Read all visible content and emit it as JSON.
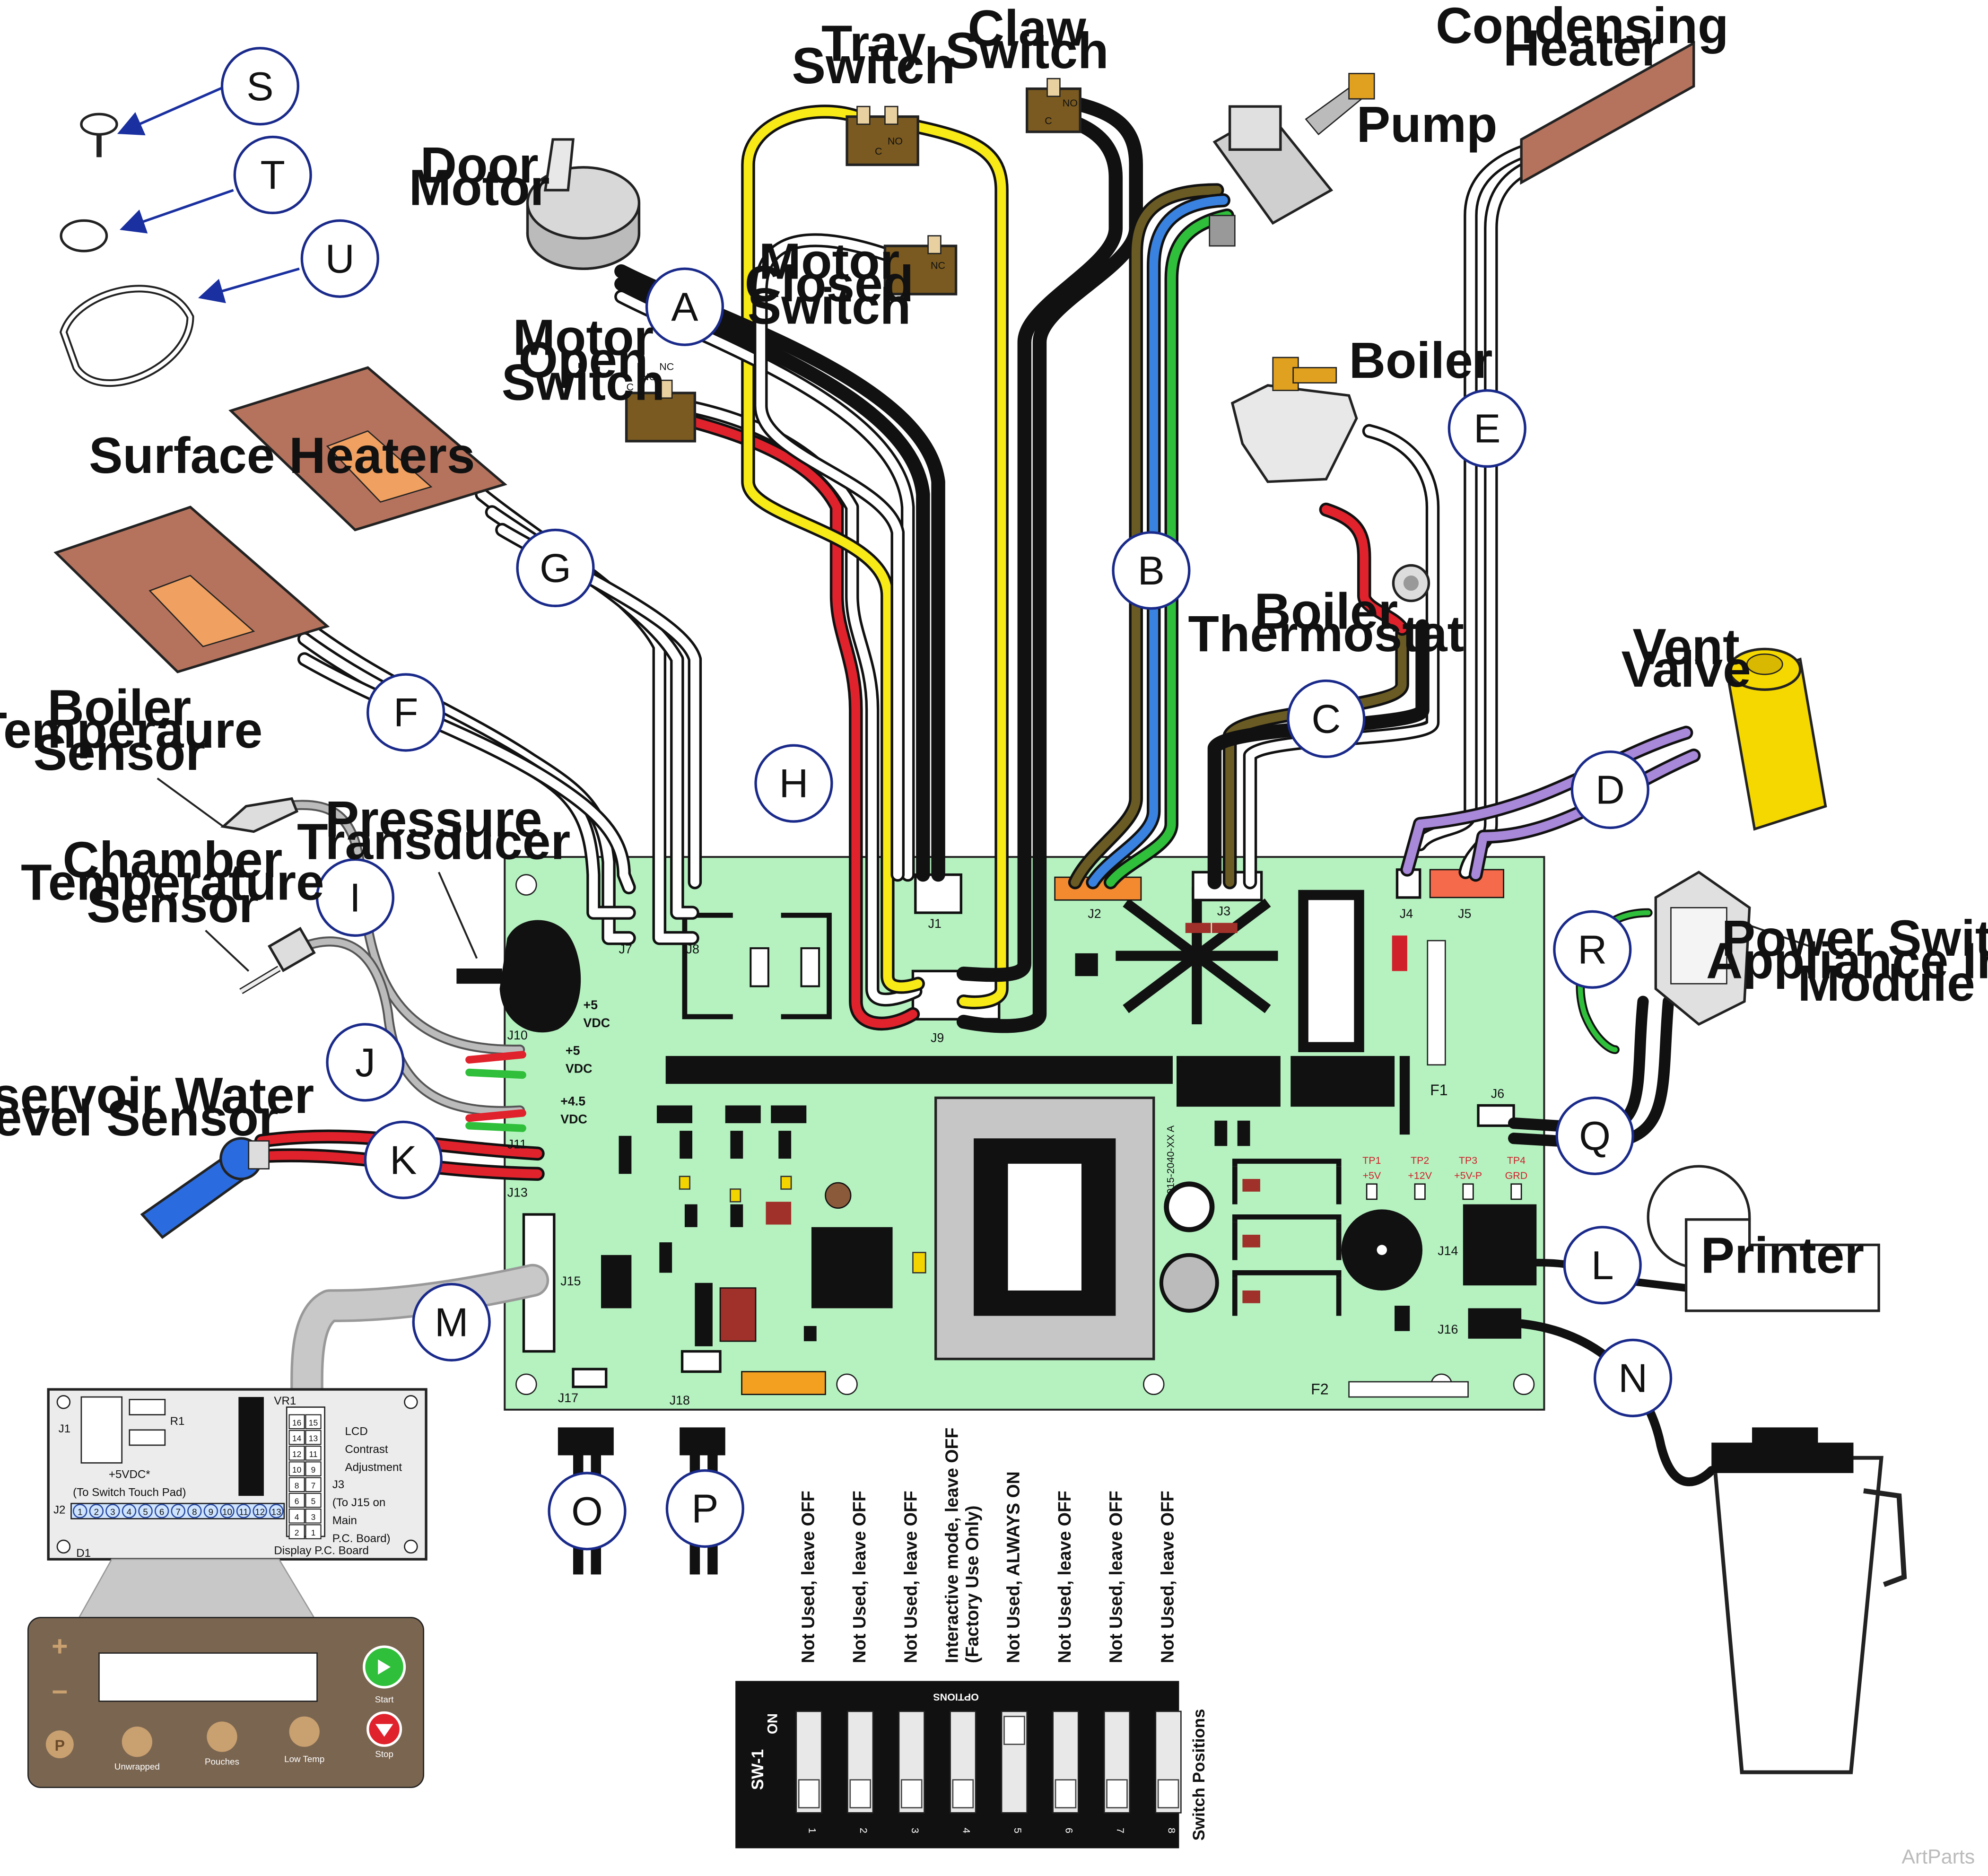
{
  "callouts": [
    "A",
    "B",
    "C",
    "D",
    "E",
    "F",
    "G",
    "H",
    "I",
    "J",
    "K",
    "L",
    "M",
    "N",
    "O",
    "P",
    "Q",
    "R",
    "S",
    "T",
    "U"
  ],
  "components": {
    "door_motor": "Door\nMotor",
    "tray_switch": "Tray\nSwitch",
    "claw_switch": "Claw\nSwitch",
    "condensing_heater": "Condensing\nHeater",
    "pump": "Pump",
    "motor_closed_switch": "Motor\nClosed\nSwitch",
    "motor_open_switch": "Motor\nOpen\nSwitch",
    "boiler": "Boiler",
    "surface_heaters": "Surface Heaters",
    "boiler_thermostat": "Boiler\nThermostat",
    "vent_valve": "Vent\nValve",
    "boiler_temp_sensor": "Boiler\nTemperaure\nSensor",
    "pressure_transducer": "Pressure\nTransducer",
    "chamber_temp_sensor": "Chamber\nTemperature\nSensor",
    "power_switch": "Power Switch\nAppliance Inlet\nModule",
    "reservoir_sensor": "Reservoir Water\nLevel Sensor",
    "printer": "Printer"
  },
  "switch_terms": {
    "c": "C",
    "no": "NO",
    "nc": "NC"
  },
  "board": {
    "connectors": [
      "J1",
      "J2",
      "J3",
      "J4",
      "J5",
      "J6",
      "J7",
      "J8",
      "J9",
      "J10",
      "J11",
      "J13",
      "J14",
      "J15",
      "J16",
      "J17",
      "J18"
    ],
    "fuses": [
      "F1",
      "F2"
    ],
    "vdc5": "+5\nVDC",
    "vdc45": "+4.5\nVDC",
    "transducer_vdc": "+5\nVDC",
    "test_points": [
      {
        "name": "TP1",
        "value": "+5V"
      },
      {
        "name": "TP2",
        "value": "+12V"
      },
      {
        "name": "TP3",
        "value": "+5V-P"
      },
      {
        "name": "TP4",
        "value": "GRD"
      }
    ],
    "part_number": "015-2040-XX A"
  },
  "display_board": {
    "j1": "J1",
    "r1": "R1",
    "vr1": "VR1",
    "lcd_note": "LCD\nContrast\nAdjustment",
    "vdc_note": "+5VDC*\n(To Switch Touch Pad)",
    "j2": "J2",
    "j3_note": "J3\n(To J15 on\nMain\nP.C. Board)",
    "d1": "D1",
    "title": "Display P.C. Board",
    "j2_pins": [
      "1",
      "2",
      "3",
      "4",
      "5",
      "6",
      "7",
      "8",
      "9",
      "10",
      "11",
      "12",
      "13"
    ],
    "j3_pins": [
      [
        "16",
        "15"
      ],
      [
        "14",
        "13"
      ],
      [
        "12",
        "11"
      ],
      [
        "10",
        "9"
      ],
      [
        "8",
        "7"
      ],
      [
        "6",
        "5"
      ],
      [
        "4",
        "3"
      ],
      [
        "2",
        "1"
      ]
    ]
  },
  "keypad": {
    "plus": "+",
    "minus": "−",
    "p": "P",
    "start": "Start",
    "stop": "Stop",
    "unwrapped": "Unwrapped",
    "pouches": "Pouches",
    "low_temp": "Low Temp"
  },
  "dip_switch": {
    "name": "SW-1",
    "on_label": "ON",
    "options_label": "OPTIONS",
    "positions_label": "Switch Positions",
    "switches": [
      {
        "number": "1",
        "desc": "Not Used, leave OFF"
      },
      {
        "number": "2",
        "desc": "Not Used, leave OFF"
      },
      {
        "number": "3",
        "desc": "Not Used, leave OFF"
      },
      {
        "number": "4",
        "desc": "Interactive mode, leave OFF\n(Factory Use Only)"
      },
      {
        "number": "5",
        "desc": "Not Used, ALWAYS ON"
      },
      {
        "number": "6",
        "desc": "Not Used, leave OFF"
      },
      {
        "number": "7",
        "desc": "Not Used, leave OFF"
      },
      {
        "number": "8",
        "desc": "Not Used, leave OFF"
      }
    ]
  },
  "watermark": "ArtParts",
  "colors": {
    "board": "#b5f2c0",
    "heater": "#b5735d",
    "yellow": "#f7ea16",
    "red": "#e0222c",
    "blue": "#3a82e0",
    "green": "#2fbf3a",
    "brown": "#6a5b24",
    "purple": "#a888d8",
    "vent_valve": "#f5d800",
    "keypad": "#7a6550"
  }
}
